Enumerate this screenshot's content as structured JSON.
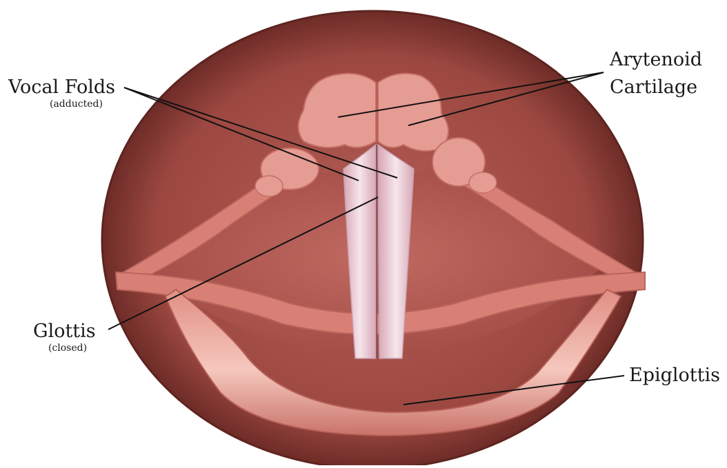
{
  "labels": {
    "vocal_folds": {
      "title": "Vocal Folds",
      "note": "(adducted)"
    },
    "arytenoid": {
      "line1": "Arytenoid",
      "line2": "Cartilage"
    },
    "glottis": {
      "title": "Glottis",
      "note": "(closed)"
    },
    "epiglottis": {
      "title": "Epiglottis"
    }
  },
  "colors": {
    "outer_rim": "#8e3f38",
    "cavity": "#b35d55",
    "tissue": "#d98076",
    "arytenoid": "#e59c93",
    "vocal_fold": "#f1d9e0",
    "leader_line": "#111111"
  }
}
